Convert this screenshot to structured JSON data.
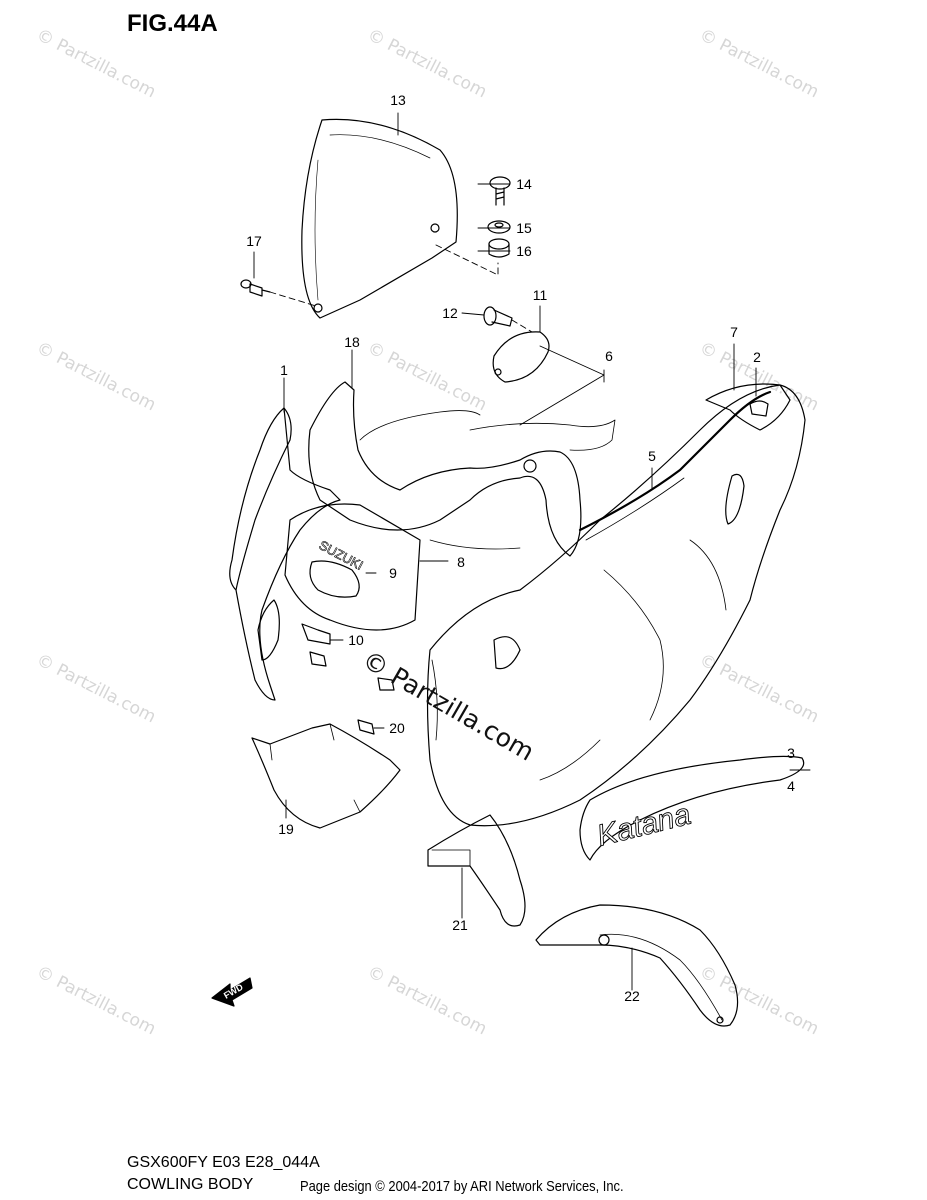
{
  "figure": {
    "title": "FIG.44A",
    "model_code": "GSX600FY E03 E28_044A",
    "section_name": "COWLING BODY"
  },
  "watermark": {
    "text": "© Partzilla.com",
    "center_text": "© Partzilla.com"
  },
  "credit": "Page design © 2004-2017 by ARI Network Services, Inc.",
  "diagram_text": {
    "brand_decal": "SUZUKI",
    "model_decal": "Katana",
    "fwd_arrow": "FWD"
  },
  "callouts": [
    {
      "id": "c1",
      "label": "1"
    },
    {
      "id": "c2",
      "label": "2"
    },
    {
      "id": "c3",
      "label": "3"
    },
    {
      "id": "c4",
      "label": "4"
    },
    {
      "id": "c5",
      "label": "5"
    },
    {
      "id": "c6",
      "label": "6"
    },
    {
      "id": "c7",
      "label": "7"
    },
    {
      "id": "c8",
      "label": "8"
    },
    {
      "id": "c9",
      "label": "9"
    },
    {
      "id": "c10",
      "label": "10"
    },
    {
      "id": "c11",
      "label": "11"
    },
    {
      "id": "c12",
      "label": "12"
    },
    {
      "id": "c13",
      "label": "13"
    },
    {
      "id": "c14",
      "label": "14"
    },
    {
      "id": "c15",
      "label": "15"
    },
    {
      "id": "c16",
      "label": "16"
    },
    {
      "id": "c17",
      "label": "17"
    },
    {
      "id": "c18",
      "label": "18"
    },
    {
      "id": "c19",
      "label": "19"
    },
    {
      "id": "c20",
      "label": "20"
    },
    {
      "id": "c21",
      "label": "21"
    },
    {
      "id": "c22",
      "label": "22"
    }
  ]
}
